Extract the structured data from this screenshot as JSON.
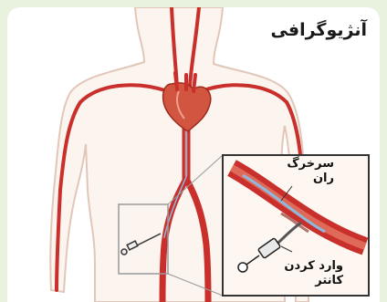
{
  "title": "آنژیوگرافی",
  "labels": {
    "femoral_artery": "سرخرگ\nران",
    "catheter_insertion": "وارد کردن\nکانتر"
  },
  "colors": {
    "outer_background": "#e9f2de",
    "panel_background": "#ffffff",
    "body_outline": "#d9b8a8",
    "artery": "#c9302c",
    "artery_light": "#e06a5a",
    "catheter": "#8eb8dc",
    "heart": "#d2553f",
    "zoom_border": "#333333"
  },
  "icons": [
    "human-body-silhouette",
    "heart-icon",
    "catheter-device-icon"
  ]
}
